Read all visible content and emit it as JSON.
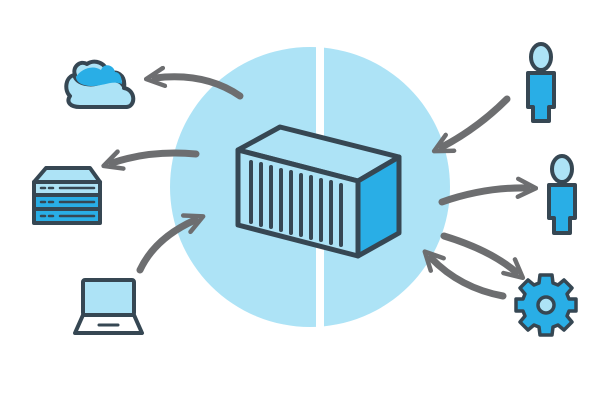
{
  "diagram": {
    "center": {
      "shape": "split-circle",
      "fill_color": "#ade3f6",
      "divider_color": "#ffffff",
      "icon": "shipping-container-icon"
    },
    "nodes": [
      {
        "id": "cloud",
        "icon": "cloud-icon",
        "side": "left",
        "direction": "outgoing"
      },
      {
        "id": "server",
        "icon": "server-rack-icon",
        "side": "left",
        "direction": "outgoing"
      },
      {
        "id": "laptop",
        "icon": "laptop-icon",
        "side": "left",
        "direction": "incoming"
      },
      {
        "id": "user-top",
        "icon": "user-icon",
        "side": "right",
        "direction": "incoming"
      },
      {
        "id": "user-middle",
        "icon": "user-icon",
        "side": "right",
        "direction": "outgoing"
      },
      {
        "id": "gear",
        "icon": "gear-icon",
        "side": "right",
        "direction": "bidirectional"
      }
    ],
    "colors": {
      "outline": "#364753",
      "accent": "#29aee6",
      "light_fill": "#ade3f6",
      "arrow": "#6d6e70"
    }
  }
}
